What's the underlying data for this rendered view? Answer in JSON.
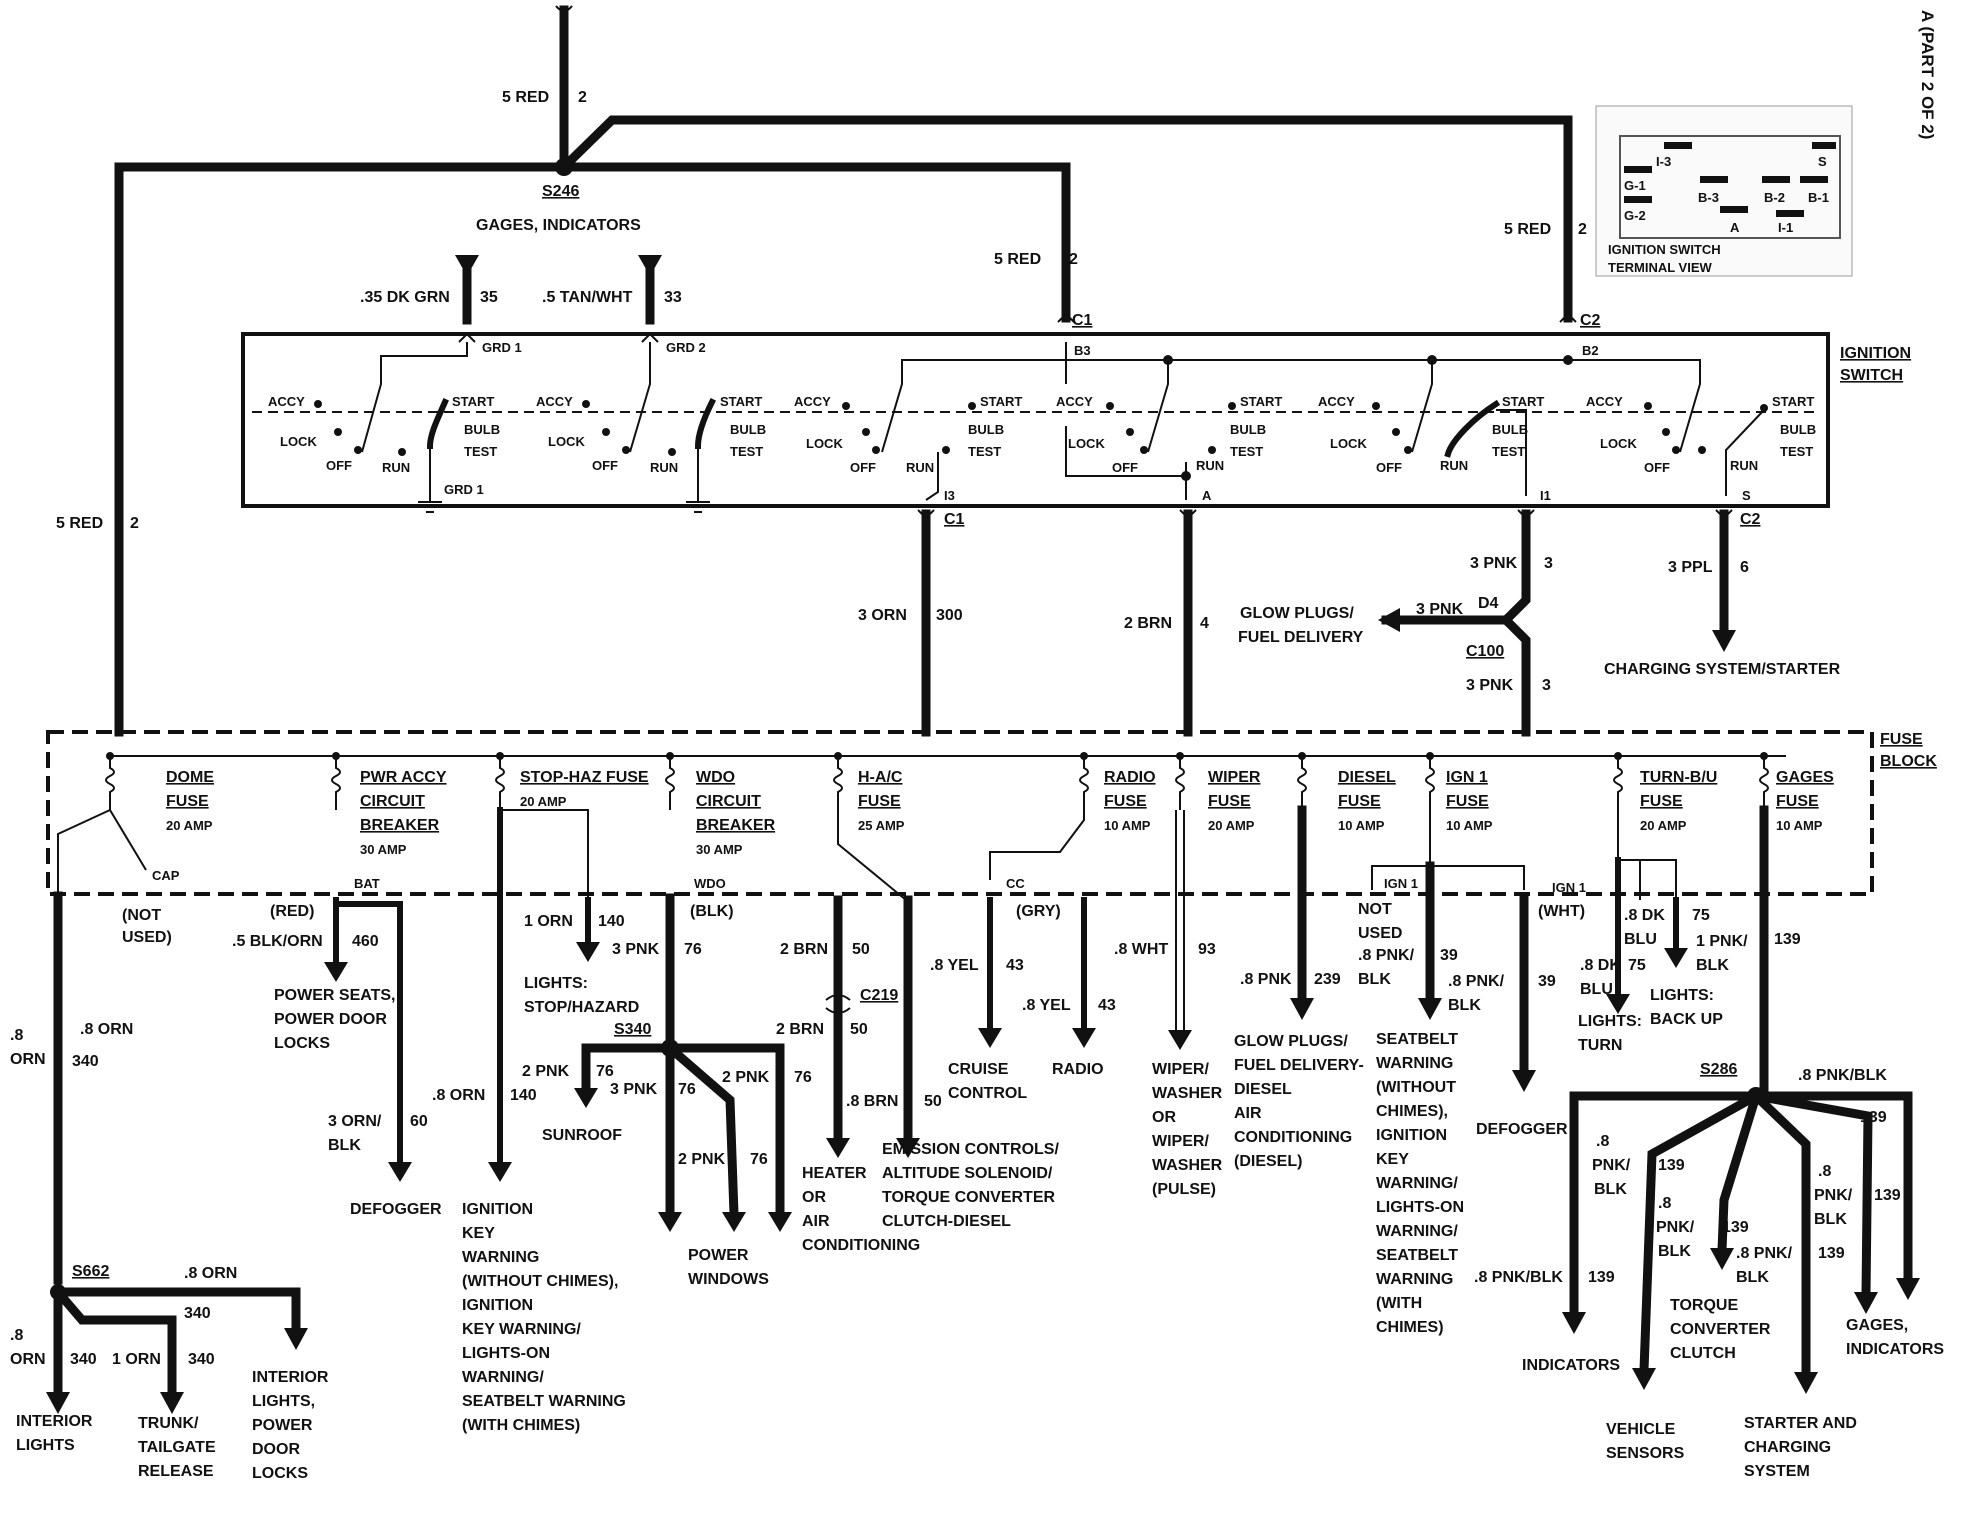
{
  "page_label": "A (PART 2 OF 2)",
  "splices": {
    "s246": "S246",
    "s340": "S340",
    "s286": "S286",
    "s662": "S662"
  },
  "top": {
    "feed_wire": "5 RED",
    "feed_circuit": "2",
    "gages_indicators": "GAGES, INDICATORS",
    "dk_grn": ".35 DK GRN",
    "dk_grn_circuit": "35",
    "tan_wht": ".5 TAN/WHT",
    "tan_wht_circuit": "33",
    "grd1": "GRD 1",
    "grd2": "GRD 2",
    "c1_wire": "5 RED",
    "c1_circuit": "2",
    "c1": "C1",
    "b3": "B3",
    "c2_wire": "5 RED",
    "c2_circuit": "2",
    "c2": "C2",
    "b2": "B2",
    "left_wire": "5 RED",
    "left_circuit": "2"
  },
  "terminal_view": {
    "caption_line1": "IGNITION SWITCH",
    "caption_line2": "TERMINAL VIEW",
    "labels": [
      "I-3",
      "S",
      "G-1",
      "B-3",
      "B-2",
      "B-1",
      "G-2",
      "A",
      "I-1"
    ]
  },
  "ignition_switch": {
    "title_line1": "IGNITION",
    "title_line2": "SWITCH",
    "positions": {
      "accy": "ACCY",
      "lock": "LOCK",
      "off": "OFF",
      "run": "RUN",
      "start": "START",
      "bulb": "BULB",
      "test": "TEST"
    },
    "grd1_bottom": "GRD 1",
    "outputs": {
      "i3": "I3",
      "c1": "C1",
      "a": "A",
      "i1": "I1",
      "s": "S",
      "c2": "C2"
    }
  },
  "mid": {
    "orn_wire": "3 ORN",
    "orn_circuit": "300",
    "brn_wire": "2 BRN",
    "brn_circuit": "4",
    "pnk_wire": "3 PNK",
    "pnk_circuit": "3",
    "glow_line1": "GLOW PLUGS/",
    "glow_line2": "FUEL DELIVERY",
    "glow_wire": "3 PNK",
    "d4": "D4",
    "c100": "C100",
    "pnk2_wire": "3 PNK",
    "pnk2_circuit": "3",
    "ppl_wire": "3 PPL",
    "ppl_circuit": "6",
    "charging": "CHARGING SYSTEM/STARTER"
  },
  "fuse_block": {
    "title_line1": "FUSE",
    "title_line2": "BLOCK",
    "fuses": [
      {
        "l1": "DOME",
        "l2": "FUSE",
        "l3": "",
        "amp": "20 AMP"
      },
      {
        "l1": "PWR ACCY",
        "l2": "CIRCUIT",
        "l3": "BREAKER",
        "amp": "30 AMP"
      },
      {
        "l1": "STOP-HAZ FUSE",
        "l2": "",
        "l3": "",
        "amp": "20 AMP"
      },
      {
        "l1": "WDO",
        "l2": "CIRCUIT",
        "l3": "BREAKER",
        "amp": "30 AMP"
      },
      {
        "l1": "H-A/C",
        "l2": "FUSE",
        "l3": "",
        "amp": "25 AMP"
      },
      {
        "l1": "RADIO",
        "l2": "FUSE",
        "l3": "",
        "amp": "10 AMP"
      },
      {
        "l1": "WIPER",
        "l2": "FUSE",
        "l3": "",
        "amp": "20 AMP"
      },
      {
        "l1": "DIESEL",
        "l2": "FUSE",
        "l3": "",
        "amp": "10 AMP"
      },
      {
        "l1": "IGN 1",
        "l2": "FUSE",
        "l3": "",
        "amp": "10 AMP"
      },
      {
        "l1": "TURN-B/U",
        "l2": "FUSE",
        "l3": "",
        "amp": "20 AMP"
      },
      {
        "l1": "GAGES",
        "l2": "FUSE",
        "l3": "",
        "amp": "10 AMP"
      }
    ],
    "terms": {
      "cap": "CAP",
      "bat": "BAT",
      "wdo": "WDO",
      "cc": "CC",
      "ign1a": "IGN 1",
      "ign1b": "IGN 1"
    }
  },
  "outputs": {
    "not_used": [
      "(NOT",
      "USED)"
    ],
    "red": "(RED)",
    "blk": "(BLK)",
    "gry": "(GRY)",
    "wht": "(WHT)",
    "blk_orn": ".5 BLK/ORN",
    "blk_orn_c": "460",
    "power_seats": [
      "POWER SEATS,",
      "POWER DOOR",
      "LOCKS"
    ],
    "orn3_blk": [
      "3 ORN/",
      "BLK"
    ],
    "orn3_c": "60",
    "defogger_a": "DEFOGGER",
    "orn8_140": ".8 ORN",
    "orn8_140_c": "140",
    "ign_key_a": [
      "IGNITION",
      "KEY",
      "WARNING",
      "(WITHOUT CHIMES),",
      "IGNITION",
      "KEY WARNING/",
      "LIGHTS-ON",
      "WARNING/",
      "SEATBELT WARNING",
      "(WITH CHIMES)"
    ],
    "orn1": "1 ORN",
    "orn1_c": "140",
    "lights_stop": [
      "LIGHTS:",
      "STOP/HAZARD"
    ],
    "pnk3": "3 PNK",
    "pnk3_c": "76",
    "pnk2a": "2 PNK",
    "pnk2a_c": "76",
    "pnk3b": "3 PNK",
    "pnk3b_c": "76",
    "sunroof": "SUNROOF",
    "pnk2b": "2 PNK",
    "pnk2b_c": "76",
    "pnk2c": "2 PNK",
    "pnk2c_c": "76",
    "power_windows": [
      "POWER",
      "WINDOWS"
    ],
    "brn2": "2 BRN",
    "brn2_c": "50",
    "c219": "C219",
    "brn2b": "2 BRN",
    "brn2b_c": "50",
    "brn8": ".8 BRN",
    "brn8_c": "50",
    "heater": [
      "HEATER",
      "OR",
      "AIR",
      "CONDITIONING"
    ],
    "emission": [
      "EMISSION CONTROLS/",
      "ALTITUDE SOLENOID/",
      "TORQUE CONVERTER",
      "CLUTCH-DIESEL"
    ],
    "yel8a": ".8 YEL",
    "yel8a_c": "43",
    "cruise": [
      "CRUISE",
      "CONTROL"
    ],
    "yel8b": ".8 YEL",
    "yel8b_c": "43",
    "radio": "RADIO",
    "wht8": ".8 WHT",
    "wht8_c": "93",
    "wiper": [
      "WIPER/",
      "WASHER",
      "OR",
      "WIPER/",
      "WASHER",
      "(PULSE)"
    ],
    "pnk8_239": ".8 PNK",
    "pnk8_239_c": "239",
    "glow2": [
      "GLOW PLUGS/",
      "FUEL DELIVERY-",
      "DIESEL",
      "AIR",
      "CONDITIONING",
      "(DIESEL)"
    ],
    "not_used2": [
      "NOT",
      "USED"
    ],
    "pnkblk39": [
      ".8 PNK/",
      "BLK"
    ],
    "pnkblk39_c": "39",
    "pnkblk39b": [
      ".8 PNK/",
      "BLK"
    ],
    "seatbelt": [
      "SEATBELT",
      "WARNING",
      "(WITHOUT",
      "CHIMES),",
      "IGNITION",
      "KEY",
      "WARNING/",
      "LIGHTS-ON",
      "WARNING/",
      "SEATBELT",
      "WARNING",
      "(WITH",
      "CHIMES)"
    ],
    "c39b": "39",
    "defogger_b": "DEFOGGER",
    "dkblu_a": [
      ".8 DK",
      "BLU"
    ],
    "dkblu_a_c": "75",
    "lights_turn": [
      "LIGHTS:",
      "TURN"
    ],
    "dkblu_b": [
      ".8 DK",
      "BLU"
    ],
    "pnkblk75": [
      "1 PNK/",
      "BLK"
    ],
    "pnkblk75_c": "75",
    "back_up": [
      "LIGHTS:",
      "BACK UP"
    ],
    "gages_c": "139",
    "pnkblk_s286": ".8 PNK/BLK",
    "s286_c1": "139",
    "indicators_wire": ".8 PNK/BLK",
    "indicators_c": "139",
    "indicators": "INDICATORS",
    "vs_wire": [
      ".8",
      "PNK/",
      "BLK"
    ],
    "vs_c": "139",
    "vehicle_sensors": [
      "VEHICLE",
      "SENSORS"
    ],
    "tcc_wire": [
      ".8",
      "PNK/",
      "BLK"
    ],
    "tcc_c": "139",
    "tcc": [
      "TORQUE",
      "CONVERTER",
      "CLUTCH"
    ],
    "start_wire": [
      ".8 PNK/",
      "BLK"
    ],
    "start_c": "139",
    "starting": [
      "STARTER AND",
      "CHARGING",
      "SYSTEM"
    ],
    "gi_wire": [
      ".8",
      "PNK/",
      "BLK"
    ],
    "gi_c": "139",
    "gages_ind": [
      "GAGES,",
      "INDICATORS"
    ],
    "orn8_left": [
      ".8",
      "ORN"
    ],
    "orn8_left_c": "340",
    "orn8_mid": ".8 ORN",
    "orn8_s662": [
      ".8",
      "ORN"
    ],
    "orn8_s662_c": "340",
    "orn1_s662": "1 ORN",
    "orn1_s662_c": "340",
    "orn8_top": ".8 ORN",
    "c340_top": "340",
    "interior_lights": [
      "INTERIOR",
      "LIGHTS"
    ],
    "trunk": [
      "TRUNK/",
      "TAILGATE",
      "RELEASE"
    ],
    "int_power": [
      "INTERIOR",
      "LIGHTS,",
      "POWER",
      "DOOR",
      "LOCKS"
    ]
  }
}
